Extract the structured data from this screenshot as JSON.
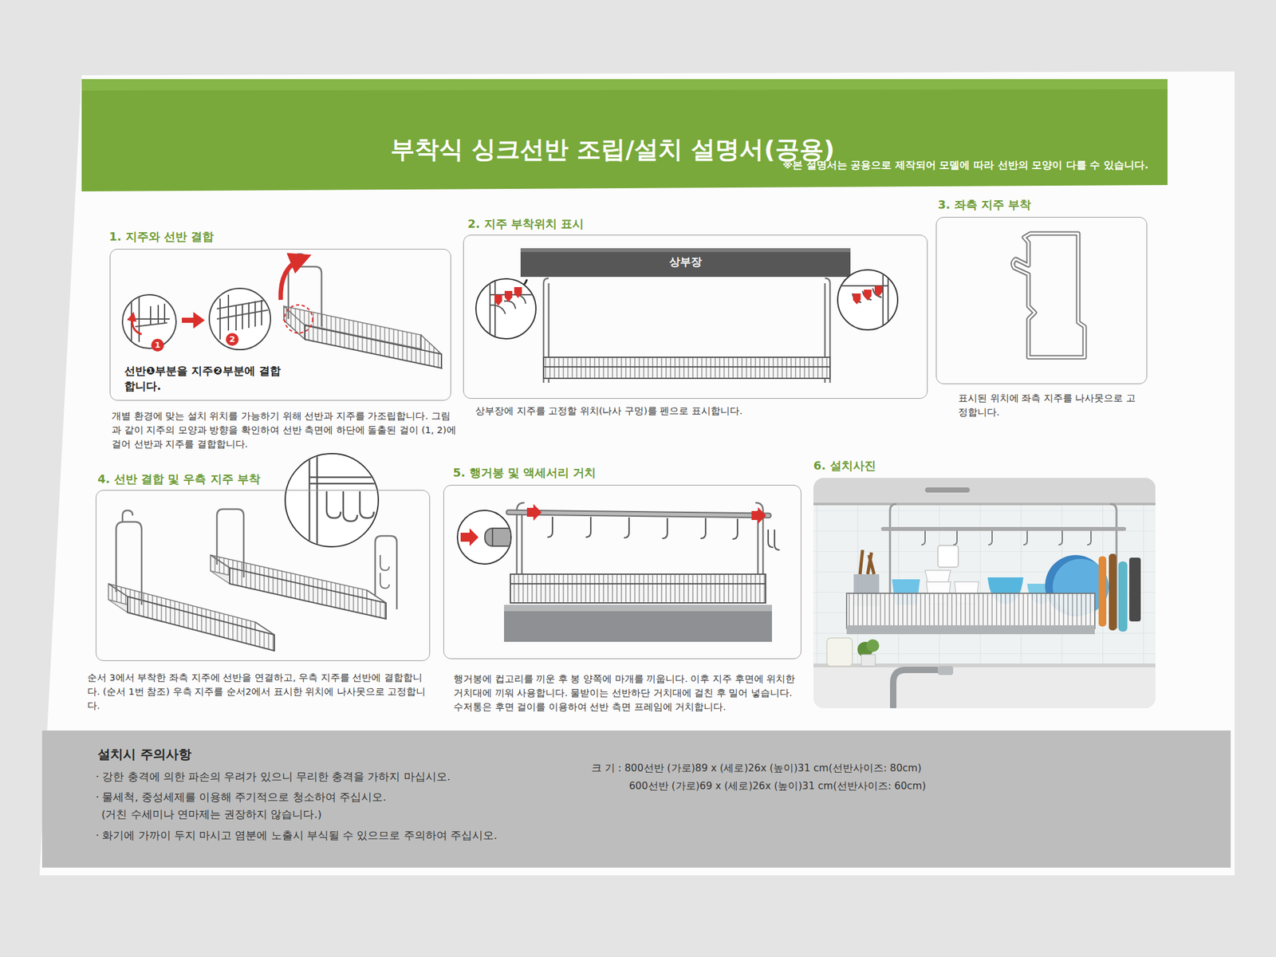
{
  "diagram": {
    "title": "부착식 싱크선반 조립/설치 설명서(공용)",
    "nodes": [
      {
        "text": [
          "1. 지주와 선반 결합",
          "선반❶부분을 지주❷부분에 결합 합니다.",
          "개별 환경에 맞는 설치 위치를 가능하기 위해 선반과 지주를 가조립합니다. 그림과 같이 지주의 모양과 방향을 확인하여 선반 측면에 하단에 돌출된 걸이 (1, 2)에 걸어 선반과 지주를 결합합니다."
        ]
      },
      {
        "text": [
          "2. 지주 부착위치 표시",
          "상부장에 지주를 고정할 위치(나사 구멍)를 펜으로 표시합니다."
        ]
      },
      {
        "text": [
          "3. 좌측 지주 부착",
          "표시된 위치에 좌측 지주를 나사못으로 고정합니다."
        ]
      },
      {
        "text": [
          "4. 선반 결합 및 우측 지주 부착",
          "순서 3에서 부착한 좌측 지주에 선반을 연결하고, 우측 지주를 선반에 결합합니다. (순서 1번 참조) 우측 지주를 순서2에서 표시한 위치에 나사못으로 고정합니다."
        ]
      },
      {
        "text": [
          "5. 행거봉 및 액세서리 거치",
          "행거봉에 컵고리를 끼운 후 봉 양쪽에 마개를 끼웁니다. 이후 지주 후면에 위치한 거치대에 끼워 사용합니다. 물받이는 선반하단 거치대에 걸친 후 밀어 넣습니다. 수저통은 후면 걸이를 이용하여 선반 측면 프레임에 거치합니다."
        ]
      },
      {
        "text": [
          "6. 설치사진"
        ]
      },
      {
        "text": [
          "설치시 주의사항",
          "· 강한 충격에 의한 파손의 우려가 있으니 무리한 충격을 가하지 마십시오.",
          "· 물세척, 중성세제를 이용해 주기적으로 청소하여 주십시오.",
          "(거친 수세미나 연마제는 권장하지 않습니다.)",
          "· 화기에 가까이 두지 마시고 염분에 노출시 부식될 수 있으므로 주의하여 주십시오.",
          "크 기 : 800선반 (가로)89 x (세로)26x (높이)31 cm(선반사이즈: 80cm)",
          "600선반 (가로)69 x (세로)26x (높이)31 cm(선반사이즈: 60cm)"
        ]
      }
    ],
    "labels": [
      "※본 설명서는 공용으로 제작되어 모델에 따라 선반의 모양이 다를 수 있습니다.",
      "1",
      "2",
      "상부장"
    ]
  }
}
